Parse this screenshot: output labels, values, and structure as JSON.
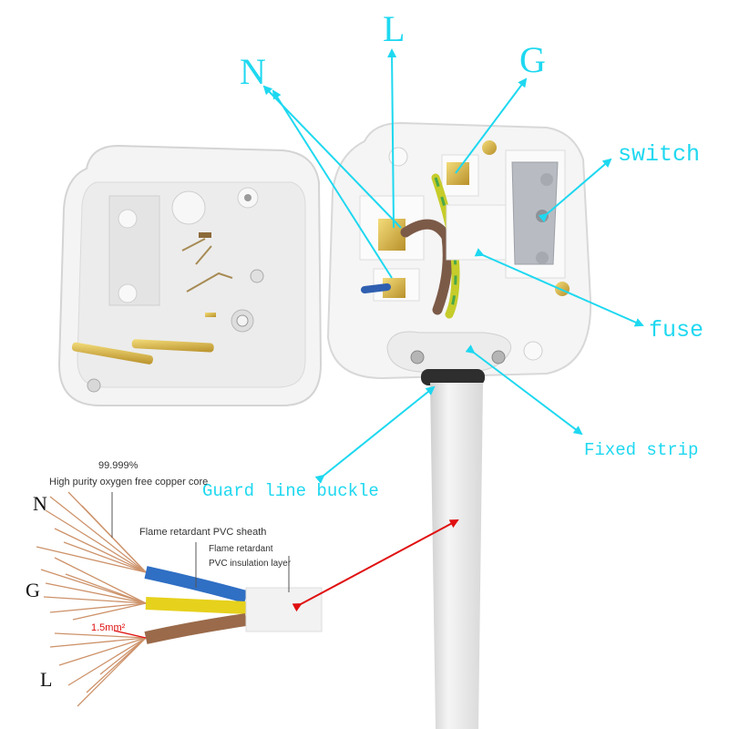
{
  "diagram": {
    "title_letters": {
      "neutral": "N",
      "live": "L",
      "ground": "G"
    },
    "callouts": {
      "switch": "switch",
      "fuse": "fuse",
      "fixed_strip": "Fixed strip",
      "guard_line_buckle": "Guard line buckle"
    },
    "cable_inset": {
      "purity": "99.999%",
      "core": "High purity oxygen free copper core",
      "sheath": "Flame retardant PVC sheath",
      "insulation_line1": "Flame retardant",
      "insulation_line2": "PVC insulation layer",
      "wire_size": "1.5mm²",
      "wires": [
        {
          "letter": "N",
          "color": "#2f6fc4"
        },
        {
          "letter": "G",
          "color": "#e6d11c"
        },
        {
          "letter": "L",
          "color": "#9a6a4a"
        }
      ]
    },
    "colors": {
      "callout": "#1ed8f0",
      "highlight_arrow": "#e01010",
      "plug_body": "#f2f2f2",
      "brass": "#d6b443"
    }
  }
}
